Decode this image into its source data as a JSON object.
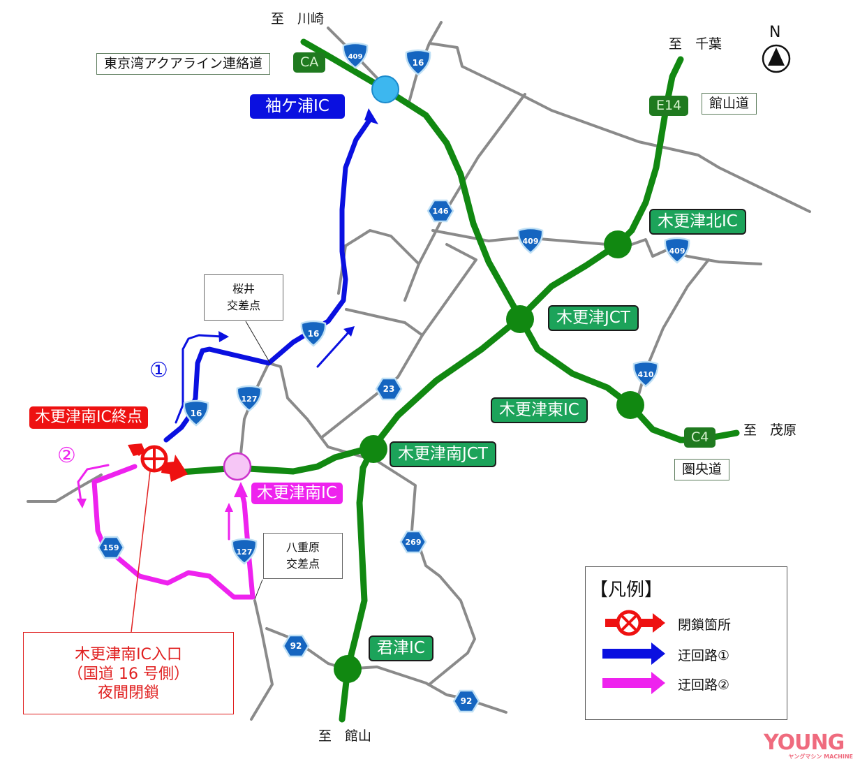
{
  "colors": {
    "expressway": "#118811",
    "local_road": "#888888",
    "detour1": "#0a10e0",
    "detour2": "#ee22ee",
    "closure": "#ee1111",
    "badge": "#1565c0"
  },
  "destinations": {
    "kawasaki": "至　川崎",
    "chiba": "至　千葉",
    "mobara": "至　茂原",
    "tateyama": "至　館山"
  },
  "route_names": {
    "aqualine": "東京湾アクアライン連絡道",
    "tateyama_road": "館山道",
    "ken_o_do": "圏央道"
  },
  "route_codes": {
    "ca": "CA",
    "e14": "E14",
    "c4": "C4"
  },
  "interchanges": {
    "sodegaura": "袖ケ浦IC",
    "kisarazu_kita": "木更津北IC",
    "kisarazu_jct": "木更津JCT",
    "kisarazu_higashi": "木更津東IC",
    "kisarazu_minami_jct": "木更津南JCT",
    "kisarazu_minami": "木更津南IC",
    "kimitsu": "君津IC",
    "kisarazu_minami_end": "木更津南IC終点"
  },
  "intersections": {
    "sakurai": "桜井\n交差点",
    "yaehara": "八重原\n交差点"
  },
  "detour_markers": {
    "one": "①",
    "two": "②"
  },
  "closure_note": "木更津南IC入口\n（国道 16 号側）\n夜間閉鎖",
  "route_badges": [
    {
      "id": "r409a",
      "label": "409",
      "shape": "shield"
    },
    {
      "id": "r16a",
      "label": "16",
      "shape": "shield"
    },
    {
      "id": "r146",
      "label": "146",
      "shape": "hex"
    },
    {
      "id": "r409b",
      "label": "409",
      "shape": "shield"
    },
    {
      "id": "r409c",
      "label": "409",
      "shape": "shield"
    },
    {
      "id": "r16b",
      "label": "16",
      "shape": "shield"
    },
    {
      "id": "r23",
      "label": "23",
      "shape": "hex"
    },
    {
      "id": "r410",
      "label": "410",
      "shape": "shield"
    },
    {
      "id": "r127a",
      "label": "127",
      "shape": "shield"
    },
    {
      "id": "r16c",
      "label": "16",
      "shape": "shield"
    },
    {
      "id": "r159",
      "label": "159",
      "shape": "hex"
    },
    {
      "id": "r127b",
      "label": "127",
      "shape": "shield"
    },
    {
      "id": "r269",
      "label": "269",
      "shape": "hex"
    },
    {
      "id": "r92a",
      "label": "92",
      "shape": "hex"
    },
    {
      "id": "r92b",
      "label": "92",
      "shape": "hex"
    }
  ],
  "legend": {
    "title": "【凡例】",
    "items": [
      {
        "label": "閉鎖箇所",
        "symbol": "closure"
      },
      {
        "label": "迂回路①",
        "symbol": "detour1"
      },
      {
        "label": "迂回路②",
        "symbol": "detour2"
      }
    ]
  },
  "compass": {
    "label": "N"
  },
  "watermark": {
    "main": "YOUNG",
    "sub": "ヤングマシン MACHINE"
  }
}
